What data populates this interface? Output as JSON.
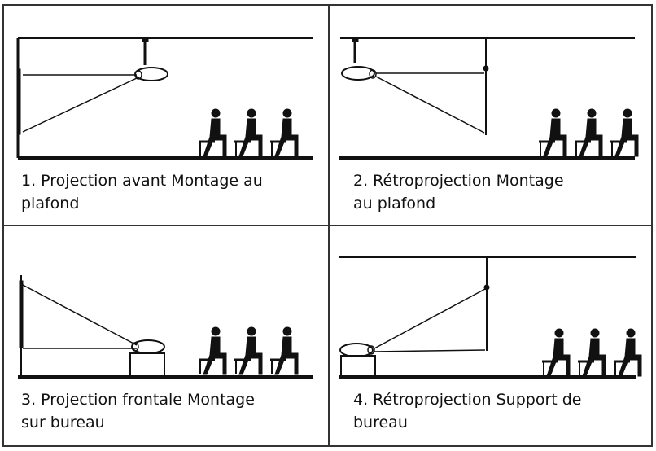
{
  "panels": [
    {
      "caption_line1": "1. Projection avant Montage au",
      "caption_line2": "plafond",
      "screen": "front",
      "mount": "ceiling"
    },
    {
      "caption_line1": "2. Rétroprojection Montage",
      "caption_line2": "au plafond",
      "screen": "rear",
      "mount": "ceiling"
    },
    {
      "caption_line1": "3. Projection frontale Montage",
      "caption_line2": "sur bureau",
      "screen": "front",
      "mount": "desk"
    },
    {
      "caption_line1": "4. Rétroprojection Support de",
      "caption_line2": "bureau",
      "screen": "rear",
      "mount": "desk"
    }
  ],
  "colors": {
    "ink": "#111111",
    "border": "#333333"
  }
}
